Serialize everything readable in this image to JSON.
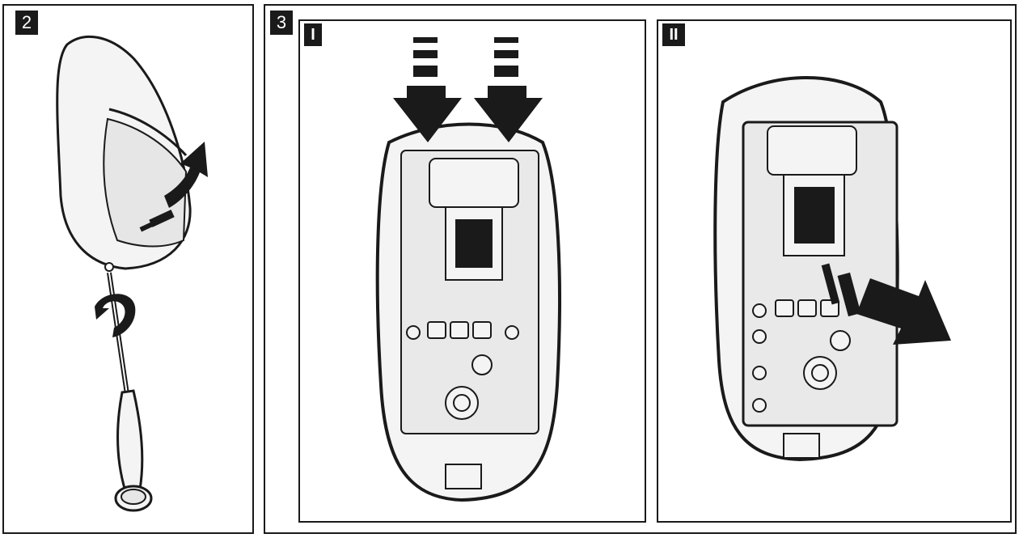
{
  "steps": [
    {
      "number": "2"
    },
    {
      "number": "3",
      "substeps": [
        {
          "label": "I"
        },
        {
          "label": "II"
        }
      ]
    }
  ],
  "colors": {
    "ink": "#1a1a1a",
    "casing_fill": "#f4f4f4",
    "lens_fill": "#e6e6e6",
    "board_fill": "#e9e9e9"
  }
}
